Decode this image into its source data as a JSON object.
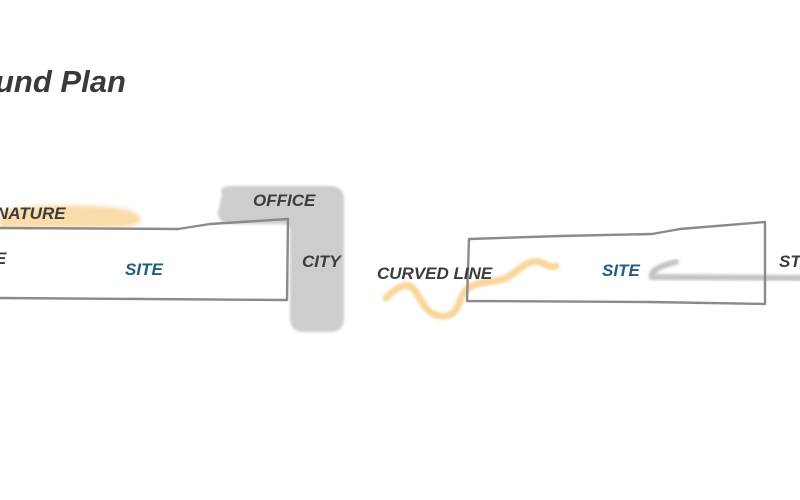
{
  "title": "und Plan",
  "labels": {
    "nature": "NATURE",
    "left_edge": "E",
    "site_left": "SITE",
    "office": "OFFICE",
    "city": "CITY",
    "curved_line": "CURVED LINE",
    "site_right": "SITE",
    "right_edge": "ST"
  },
  "colors": {
    "site_outline": "#8a8a8a",
    "zone_gray": "#c9c9c9",
    "nature_orange": "#f7c97a",
    "site_text": "#1f5d87",
    "label_text": "#3c3c3c"
  }
}
